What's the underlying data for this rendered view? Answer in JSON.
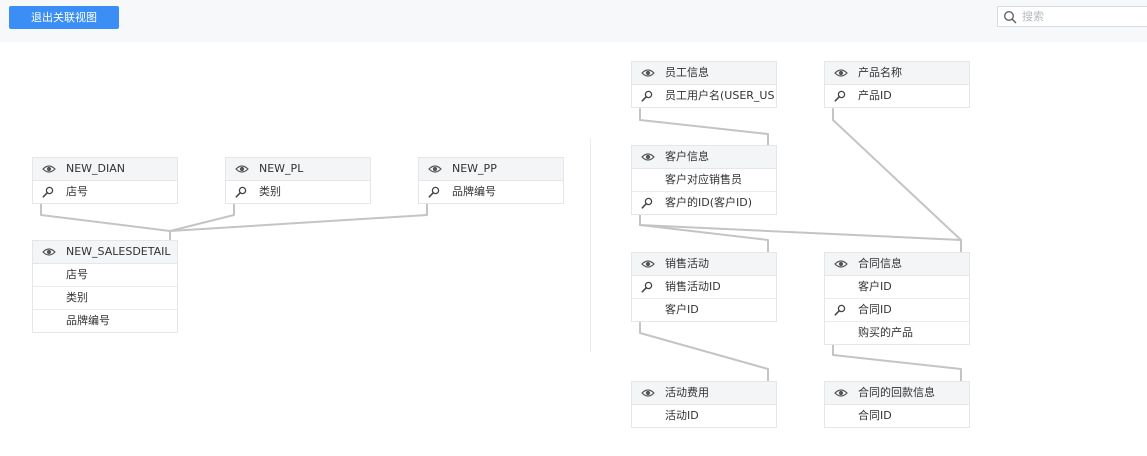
{
  "toolbar": {
    "exit_label": "退出关联视图",
    "search_placeholder": "搜索"
  },
  "colors": {
    "accent": "#3a8ef6",
    "link_line": "#c4c4c4"
  },
  "tables": [
    {
      "name": "NEW_DIAN",
      "fields": [
        {
          "name": "店号",
          "key": true
        }
      ]
    },
    {
      "name": "NEW_PL",
      "fields": [
        {
          "name": "类别",
          "key": true
        }
      ]
    },
    {
      "name": "NEW_PP",
      "fields": [
        {
          "name": "品牌编号",
          "key": true
        }
      ]
    },
    {
      "name": "NEW_SALESDETAIL",
      "fields": [
        {
          "name": "店号",
          "key": false
        },
        {
          "name": "类别",
          "key": false
        },
        {
          "name": "品牌编号",
          "key": false
        }
      ]
    },
    {
      "name": "员工信息",
      "fields": [
        {
          "name": "员工用户名(USER_USERNAME)",
          "key": true
        }
      ]
    },
    {
      "name": "产品名称",
      "fields": [
        {
          "name": "产品ID",
          "key": true
        }
      ]
    },
    {
      "name": "客户信息",
      "fields": [
        {
          "name": "客户对应销售员",
          "key": false
        },
        {
          "name": "客户的ID(客户ID)",
          "key": true
        }
      ]
    },
    {
      "name": "销售活动",
      "fields": [
        {
          "name": "销售活动ID",
          "key": true
        },
        {
          "name": "客户ID",
          "key": false
        }
      ]
    },
    {
      "name": "合同信息",
      "fields": [
        {
          "name": "客户ID",
          "key": false
        },
        {
          "name": "合同ID",
          "key": true
        },
        {
          "name": "购买的产品",
          "key": false
        }
      ]
    },
    {
      "name": "活动费用",
      "fields": [
        {
          "name": "活动ID",
          "key": false
        }
      ]
    },
    {
      "name": "合同的回款信息",
      "fields": [
        {
          "name": "合同ID",
          "key": false
        }
      ]
    }
  ]
}
